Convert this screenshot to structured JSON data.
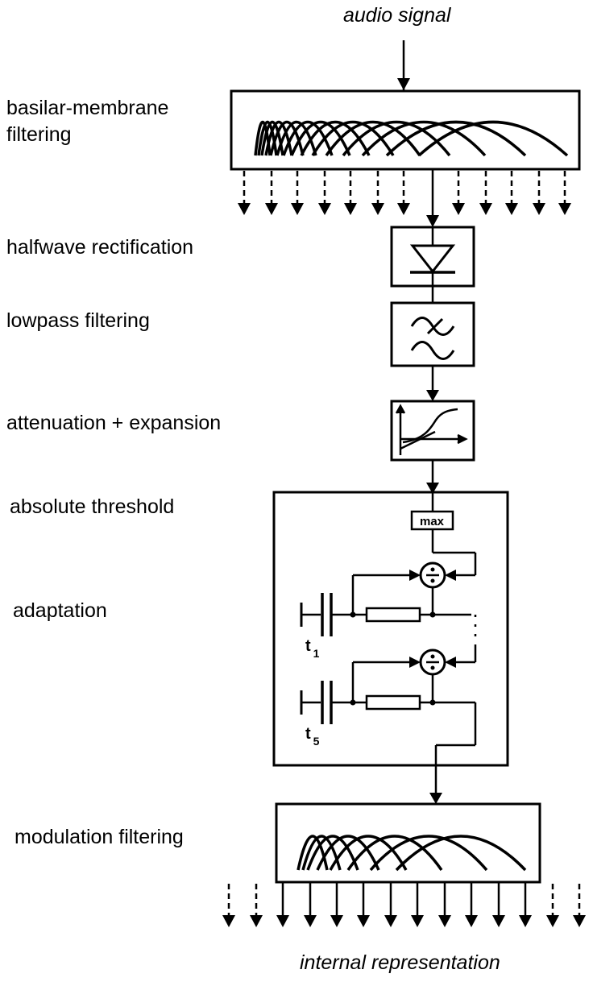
{
  "io": {
    "input": "audio signal",
    "output": "internal representation"
  },
  "stages": {
    "basilar_1": "basilar-membrane",
    "basilar_2": "filtering",
    "halfwave": "halfwave rectification",
    "lowpass": "lowpass filtering",
    "attenuation": "attenuation + expansion",
    "absolute": "absolute threshold",
    "adaptation": "adaptation",
    "modulation": "modulation filtering"
  },
  "adaptation_block": {
    "max_label": "max",
    "t1_base": "t",
    "t1_sub": "1",
    "t5_base": "t",
    "t5_sub": "5"
  }
}
